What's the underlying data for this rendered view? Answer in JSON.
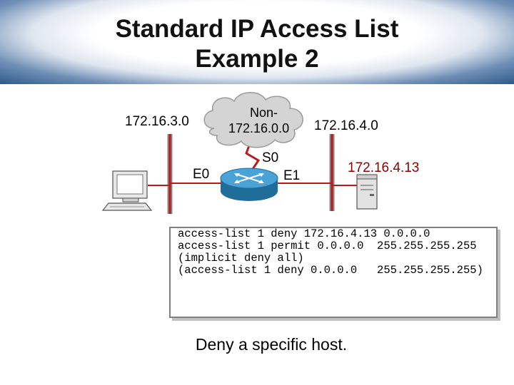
{
  "title": {
    "line1": "Standard IP Access List",
    "line2": "Example 2"
  },
  "network": {
    "left_subnet": "172.16.3.0",
    "cloud_line1": "Non-",
    "cloud_line2": "172.16.0.0",
    "right_subnet": "172.16.4.0",
    "interface_e0": "E0",
    "interface_s0": "S0",
    "interface_e1": "E1",
    "server_address": "172.16.4.13"
  },
  "acl": {
    "lines": [
      "access-list 1 deny 172.16.4.13 0.0.0.0",
      "access-list 1 permit 0.0.0.0  255.255.255.255",
      "(implicit deny all)",
      "(access-list 1 deny 0.0.0.0   255.255.255.255)"
    ]
  },
  "caption": "Deny a specific host.",
  "colors": {
    "router": "#2f86b8",
    "segment_line": "#b71c1c",
    "header_edge": "#2d5a8c"
  }
}
